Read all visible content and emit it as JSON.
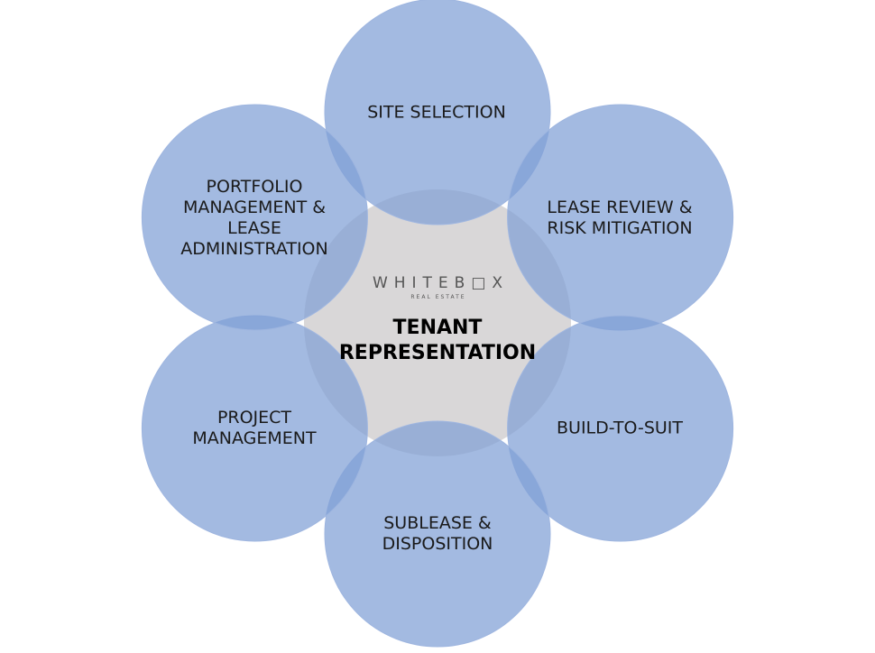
{
  "diagram": {
    "center": {
      "brand": {
        "word": "WHITEB□X",
        "sub": "REAL ESTATE"
      },
      "title_line1": "TENANT",
      "title_line2": "REPRESENTATION"
    },
    "petals": [
      {
        "key": "site-selection",
        "lines": [
          "SITE SELECTION"
        ]
      },
      {
        "key": "lease-review",
        "lines": [
          "LEASE REVIEW &",
          "RISK MITIGATION"
        ]
      },
      {
        "key": "build-to-suit",
        "lines": [
          "BUILD-TO-SUIT"
        ]
      },
      {
        "key": "sublease",
        "lines": [
          "SUBLEASE &",
          "DISPOSITION"
        ]
      },
      {
        "key": "project-management",
        "lines": [
          "PROJECT",
          "MANAGEMENT"
        ]
      },
      {
        "key": "portfolio",
        "lines": [
          "PORTFOLIO",
          "MANAGEMENT &",
          "LEASE",
          "ADMINISTRATION"
        ]
      }
    ],
    "colors": {
      "petal_fill": "#7f9fd6",
      "center_fill": "#d9d7d8",
      "petal_edge": "#9fb6e0"
    }
  }
}
